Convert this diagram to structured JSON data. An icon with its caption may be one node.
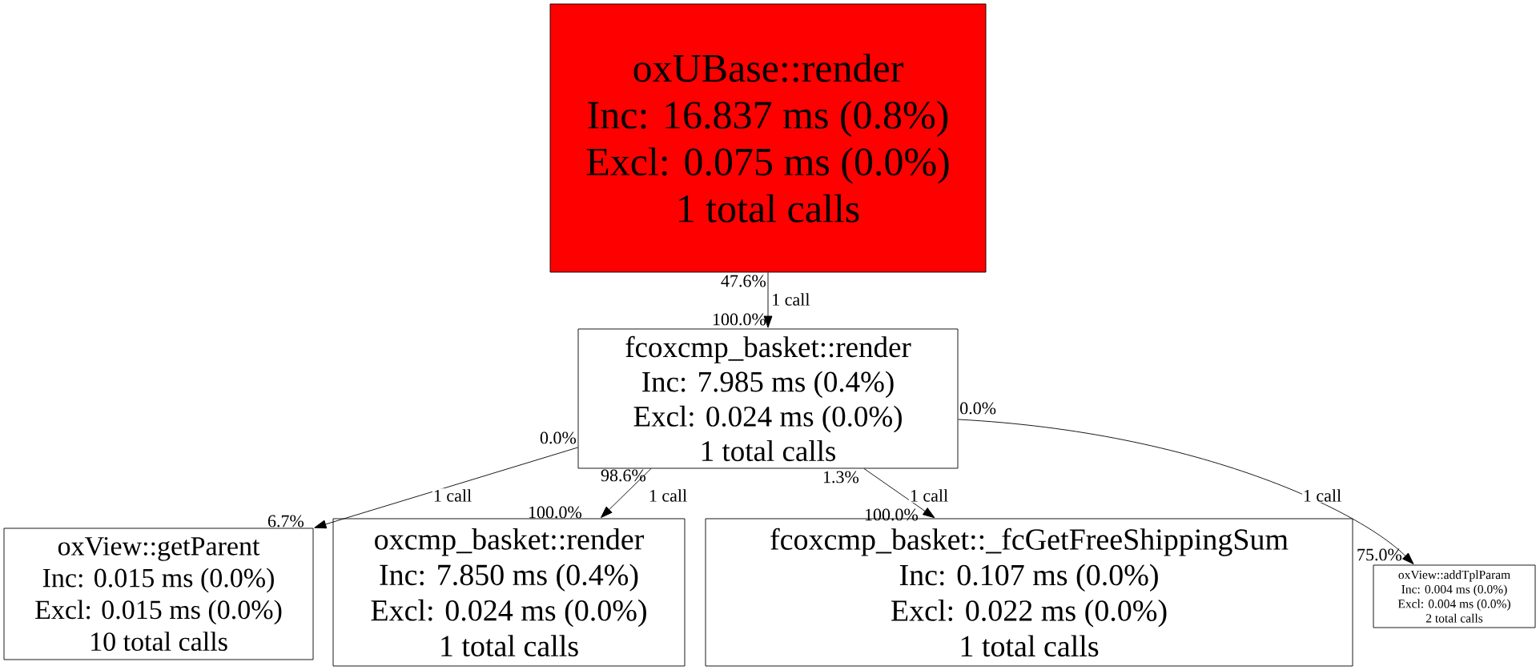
{
  "diagram": {
    "nodes": [
      {
        "text": [
          "oxUBase::render",
          "Inc: 16.837 ms (0.8%)",
          "Excl: 0.075 ms (0.0%)",
          "1 total calls"
        ]
      },
      {
        "text": [
          "fcoxcmp_basket::render",
          "Inc: 7.985 ms (0.4%)",
          "Excl: 0.024 ms (0.0%)",
          "1 total calls"
        ]
      },
      {
        "text": [
          "oxView::getParent",
          "Inc: 0.015 ms (0.0%)",
          "Excl: 0.015 ms (0.0%)",
          "10 total calls"
        ]
      },
      {
        "text": [
          "oxcmp_basket::render",
          "Inc: 7.850 ms (0.4%)",
          "Excl: 0.024 ms (0.0%)",
          "1 total calls"
        ]
      },
      {
        "text": [
          "fcoxcmp_basket::_fcGetFreeShippingSum",
          "Inc: 0.107 ms (0.0%)",
          "Excl: 0.022 ms (0.0%)",
          "1 total calls"
        ]
      },
      {
        "text": [
          "oxView::addTplParam",
          "Inc: 0.004 ms (0.0%)",
          "Excl: 0.004 ms (0.0%)",
          "2 total calls"
        ]
      }
    ],
    "edges": [
      {
        "from": 0,
        "to": 1,
        "arrow": "to",
        "label": "1 call"
      },
      {
        "from": 1,
        "to": 2,
        "arrow": "to",
        "label": "1 call"
      },
      {
        "from": 1,
        "to": 3,
        "arrow": "to",
        "label": "1 call"
      },
      {
        "from": 1,
        "to": 4,
        "arrow": "to",
        "label": "1 call"
      },
      {
        "from": 1,
        "to": 5,
        "arrow": "to",
        "label": "1 call"
      }
    ],
    "labels": [
      "47.6%",
      "100.0%",
      "0.0%",
      "0.0%",
      "98.6%",
      "1.3%",
      "6.7%",
      "100.0%",
      "100.0%",
      "75.0%"
    ]
  }
}
